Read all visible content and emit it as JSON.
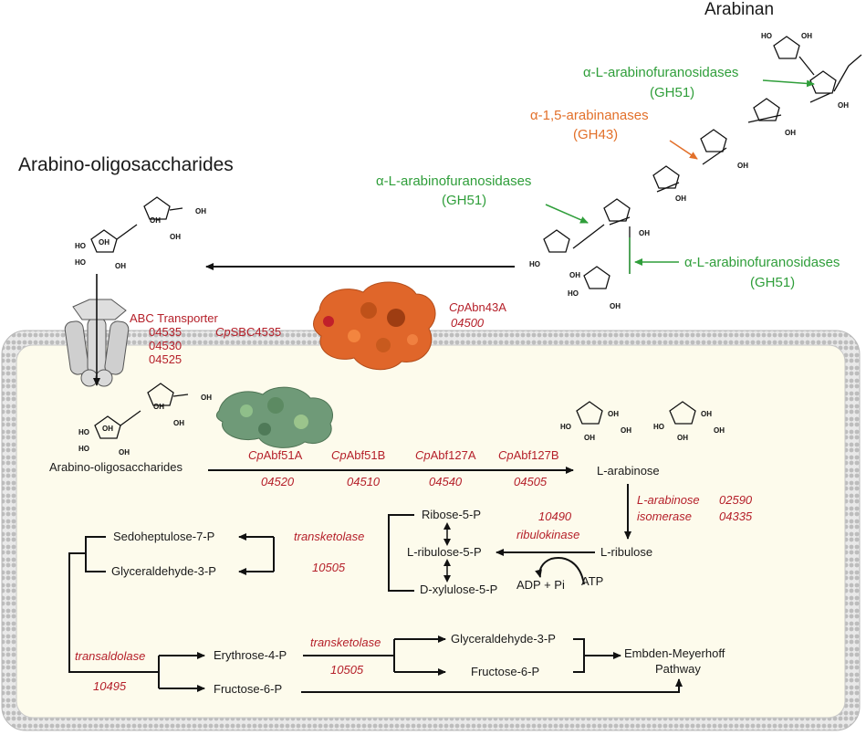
{
  "titles": {
    "arabinan": "Arabinan",
    "arabino_oligosaccharides_top": "Arabino-oligosaccharides"
  },
  "enzymes_outside": {
    "abf_1_name": "α-L-arabinofuranosidases",
    "abf_1_family": "(GH51)",
    "abn_name": "α-1,5-arabinanases",
    "abn_family": "(GH43)",
    "abf_2_name": "α-L-arabinofuranosidases",
    "abf_2_family": "(GH51)",
    "abf_3_name": "α-L-arabinofuranosidases",
    "abf_3_family": "(GH51)"
  },
  "transporter": {
    "label": "ABC Transporter",
    "gene_1": "04535",
    "gene_2": "04530",
    "gene_3": "04525",
    "sbc_prefix": "Cp",
    "sbc_suffix": "SBC4535"
  },
  "secreted_enzyme": {
    "name_prefix": "Cp",
    "name_suffix": "Abn43A",
    "gene": "04500"
  },
  "cytoplasm": {
    "aos_label": "Arabino-oligosaccharides",
    "abf_names": [
      {
        "prefix": "Cp",
        "suffix": "Abf51A"
      },
      {
        "prefix": "Cp",
        "suffix": "Abf51B"
      },
      {
        "prefix": "Cp",
        "suffix": "Abf127A"
      },
      {
        "prefix": "Cp",
        "suffix": "Abf127B"
      }
    ],
    "abf_genes": [
      "04520",
      "04510",
      "04540",
      "04505"
    ],
    "l_arabinose": "L-arabinose",
    "isomerase_1": "L-arabinose",
    "isomerase_2": "isomerase",
    "isomerase_gene_1": "02590",
    "isomerase_gene_2": "04335",
    "l_ribulose": "L-ribulose",
    "ribulokinase_gene": "10490",
    "ribulokinase": "ribulokinase",
    "atp": "ATP",
    "adp_pi": "ADP + Pi",
    "l_ribulose_5p": "L-ribulose-5-P",
    "ribose_5p": "Ribose-5-P",
    "d_xylulose_5p": "D-xylulose-5-P",
    "transketolase_1": "transketolase",
    "transketolase_1_gene": "10505",
    "sedoheptulose_7p": "Sedoheptulose-7-P",
    "glyceraldehyde_3p_1": "Glyceraldehyde-3-P",
    "transaldolase": "transaldolase",
    "transaldolase_gene": "10495",
    "erythrose_4p": "Erythrose-4-P",
    "fructose_6p_1": "Fructose-6-P",
    "transketolase_2": "transketolase",
    "transketolase_2_gene": "10505",
    "glyceraldehyde_3p_2": "Glyceraldehyde-3-P",
    "fructose_6p_2": "Fructose-6-P",
    "emp_1": "Embden-Meyerhoff",
    "emp_2": "Pathway"
  },
  "colors": {
    "enzyme_red": "#b5202a",
    "gh51_green": "#2f9e3a",
    "gh43_orange": "#e2702a",
    "cytoplasm_fill": "#fdfbec",
    "membrane_grey": "#c8c8c8"
  }
}
